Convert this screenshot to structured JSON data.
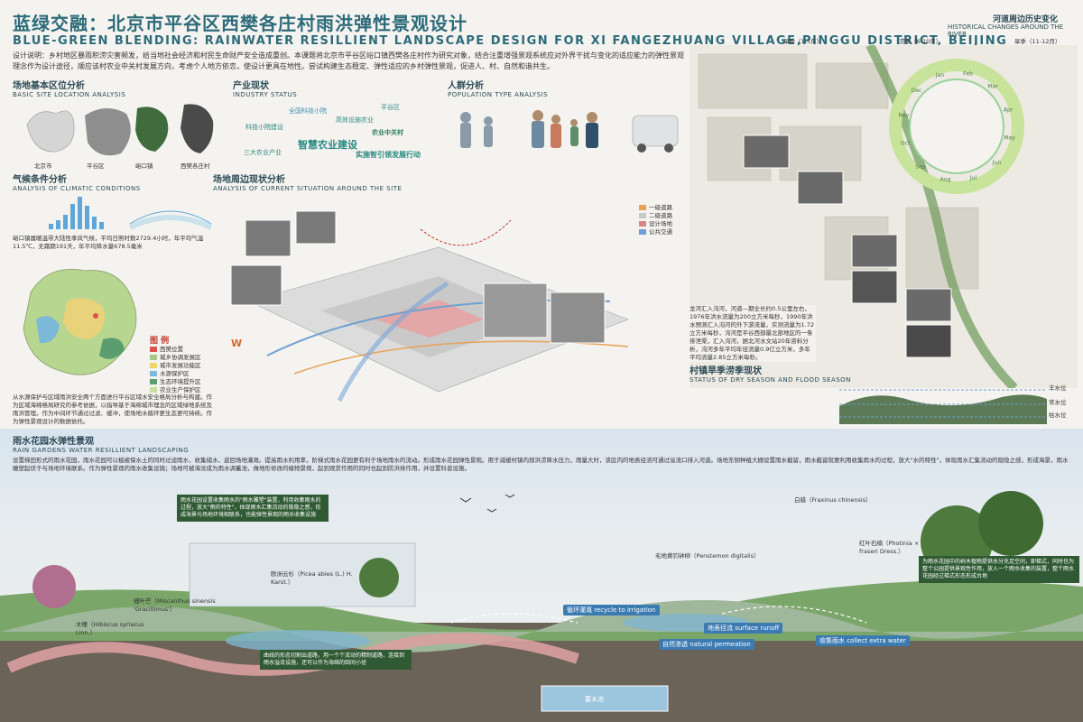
{
  "header": {
    "title_cn": "蓝绿交融：北京市平谷区西樊各庄村雨洪弹性景观设计",
    "title_en": "BLUE-GREEN BLENDING: RAINWATER RESILLIENT LANDSCAPE DESIGN FOR XI FANGEZHUANG VILLAGE,PINGGU DISTRICT, BEIJING",
    "intro": "设计说明：乡村地区暴雨积涝灾害频发，给当地社会经济和村民生命财产安全造成重创。本课题将北京市平谷区峪口镇西樊各庄村作为研究对象，结合注重增强景观系统应对外界干扰与变化的适应能力的弹性景观理念作为设计途径，顺应该村农业中关村发展方向，考虑个人地方依恋，使设计更具在地性。尝试构建生态稳定、弹性适应的乡村弹性景观，促进人、村、自然和谐共生。"
  },
  "site": {
    "title_cn": "场地基本区位分析",
    "title_en": "BASIC SITE LOCATION ANALYSIS",
    "maps": [
      "北京市",
      "平谷区",
      "峪口镇",
      "西樊各庄村"
    ]
  },
  "industry": {
    "title_cn": "产业现状",
    "title_en": "INDUSTRY STATUS",
    "tags": [
      "智慧农业建设",
      "全国科技小院",
      "科技小院建设",
      "农业中关村",
      "高效设施农业",
      "实施智引领发展行动",
      "三大农业产业",
      "平谷区"
    ]
  },
  "population": {
    "title_cn": "人群分析",
    "title_en": "POPULATION TYPE ANALYSIS"
  },
  "climate": {
    "title_cn": "气候条件分析",
    "title_en": "ANALYSIS OF CLIMATIC CONDITIONS",
    "desc": "峪口镇属暖温带大陆性季风气候，平均日照时数2729.4小时，年平均气温11.5℃，无霜期191天，年平均降水量678.5毫米"
  },
  "legend_left": {
    "title": "图 例",
    "items": [
      {
        "label": "西樊位置",
        "color": "#d9534f"
      },
      {
        "label": "城乡协调发展区",
        "color": "#a6c98a"
      },
      {
        "label": "城市发展功能区",
        "color": "#f0d36b"
      },
      {
        "label": "水源保护区",
        "color": "#7cb8d8"
      },
      {
        "label": "生态环境提升区",
        "color": "#5a9e6f"
      },
      {
        "label": "农业生产保护区",
        "color": "#c9dfa0"
      }
    ],
    "desc": "从水源保护与区域雨洪安全两个方面进行平谷区域水安全格局分析与构建。作为区域海绵格局研究的参考依据，以指导基于海绵城市理念的区域绿地系统及雨洪管理。作为中间环节通过过滤、缓冲，使场地水循环更生态更可持续。作为弹性景观设计的数据依托。"
  },
  "surroundings": {
    "title_cn": "场地周边现状分析",
    "title_en": "ANALYSIS OF CURRENT SITUATION AROUND THE SITE",
    "legend": [
      {
        "label": "一级道路",
        "color": "#e8a25a"
      },
      {
        "label": "二级道路",
        "color": "#c9c9c9"
      },
      {
        "label": "设计场地",
        "color": "#d88686"
      },
      {
        "label": "公共交通",
        "color": "#6fa0d0"
      }
    ],
    "compass": "W"
  },
  "river_history": {
    "title_cn": "河道周边历史变化",
    "title_en": "HISTORICAL CHANGES AROUND THE RIVER",
    "seasons": [
      "旱季（1-5月）",
      "涝季（6-10月）",
      "旱季（11-12月）"
    ],
    "months": [
      "Jan",
      "Feb",
      "Mar",
      "Apr",
      "May",
      "Jun",
      "Jul",
      "Aug",
      "Sep",
      "Oct",
      "Nov",
      "Dec"
    ],
    "desc": "龙河汇入泃河，河道—期全长约0.5公里左右，1976年洪水流量为200立方米每秒，1990年洪水预测汇入泃河的外下游流量，实测流量为1.72立方米每秒，泃河是平谷西部最北部地区的一条排泄渠，汇入泃河，据北河水文站20年资料分析，泃河多年平均年径流量0.9亿立方米，多年平均流量2.85立方米每秒。"
  },
  "dry_flood": {
    "title_cn": "村镇旱季涝季现状",
    "title_en": "STATUS OF DRY SEASON AND FLOOD SEASON",
    "levels": [
      "丰水位",
      "常水位",
      "枯水位"
    ]
  },
  "rain_garden": {
    "title_cn": "雨水花园水弹性景观",
    "title_en": "RAIN GARDENS WATER RESILLIENT LANDSCAPING",
    "desc": "设置梯田形式的雨水花园，雨水花园可以植被保水土的同时过滤雨水，收集储水，返回场地灌溉。提高雨水利用率，阶梯式雨水花园更有利于场地雨水的流动。形成雨水花园弹性景观。用于减缓村镇内部洪涝降水压力，雨量大时，该区内的地表径流可通过溢流口排入河道。场地东侧种植大棚设置雨水截留，雨水截留就要利用收集雨水的过程，放大\"水的特性\"，体现雨水汇集流动的隐隐之感，形成海景，雨水雕塑起伏于与场地环境联系。作为弹性景观的雨水收集设施；场地可被海没成为雨水调蓄池，做地形修改的植物景观，起到观赏作用的同时也起到防洪排作用，并设置科普设施。",
    "flows": [
      "循环灌溉 recycle to irrigation",
      "地表径流 surface runoff",
      "自然渗透 natural permeation",
      "收集雨水 collect extra water"
    ],
    "tank": "蓄水池",
    "plants": [
      "细叶芒（Miscanthus sinensis 'Gracillimus'）",
      "木槿（Hibiscus syriacus Linn.）",
      "欧洲云杉（Picea abies (L.) H. Karst.）",
      "毛地黄钓钟柳（Penstemon digitalis）",
      "白蜡（Fraxinus chinensis）",
      "红叶石楠（Photinia × fraseri Dress.）"
    ],
    "callouts": [
      "雨水花园设置收集雨水的\"雨水雕塑\"装置，利用收集雨水的过程，放大\"雨的特性\"，体现雨水汇集流动的隐隐之感，形成海景与场地环境相联系，也能弹性景观的雨水收集设施",
      "曲线的形态切割出道路，用一个个流动的精制道路，连接到雨水溢流设施，还可以作为海绵的田间小径",
      "为雨水花园中的树木植物提供水分充足空间，即梯式，同时也为整个公园提供景观性作用，放入一个雨水收集的装置，整个雨水花园经过梯式形态形成台地"
    ]
  }
}
